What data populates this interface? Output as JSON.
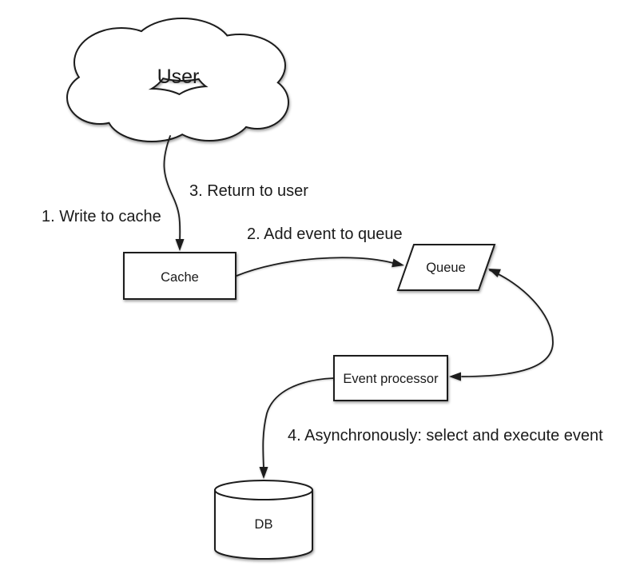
{
  "colors": {
    "background": "#ffffff",
    "stroke": "#1c1c1c",
    "text": "#1a1a1a",
    "shape_fill": "#ffffff"
  },
  "nodes": {
    "user": {
      "label": "User",
      "shape": "cloud"
    },
    "cache": {
      "label": "Cache",
      "shape": "rectangle"
    },
    "queue": {
      "label": "Queue",
      "shape": "parallelogram"
    },
    "event_processor": {
      "label": "Event processor",
      "shape": "rectangle"
    },
    "db": {
      "label": "DB",
      "shape": "cylinder"
    }
  },
  "edges": [
    {
      "from": "user",
      "to": "cache",
      "style": "curved",
      "bidirectional": false
    },
    {
      "from": "cache",
      "to": "queue",
      "style": "curved",
      "bidirectional": false
    },
    {
      "from": "queue",
      "to": "event_processor",
      "style": "curved",
      "bidirectional": true
    },
    {
      "from": "event_processor",
      "to": "db",
      "style": "curved",
      "bidirectional": false
    }
  ],
  "annotations": {
    "step1": "1. Write to cache",
    "step2": "2. Add event to queue",
    "step3": "3. Return to user",
    "step4": "4. Asynchronously: select and execute event"
  }
}
